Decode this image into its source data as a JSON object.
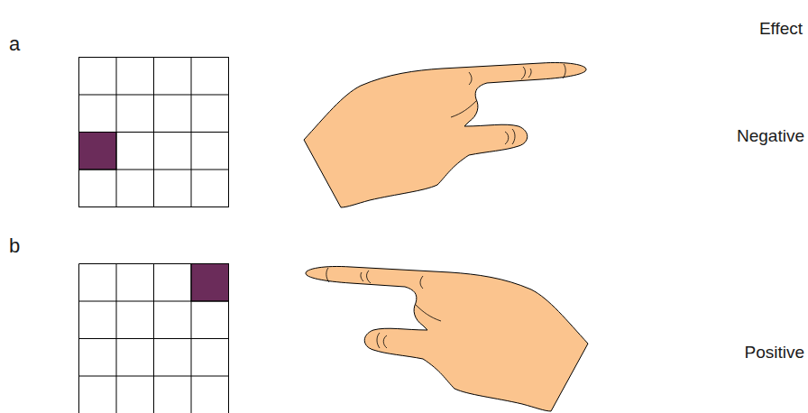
{
  "diagram": {
    "labels": [
      "a",
      "b",
      "Effect",
      "Negative",
      "Positive"
    ]
  }
}
